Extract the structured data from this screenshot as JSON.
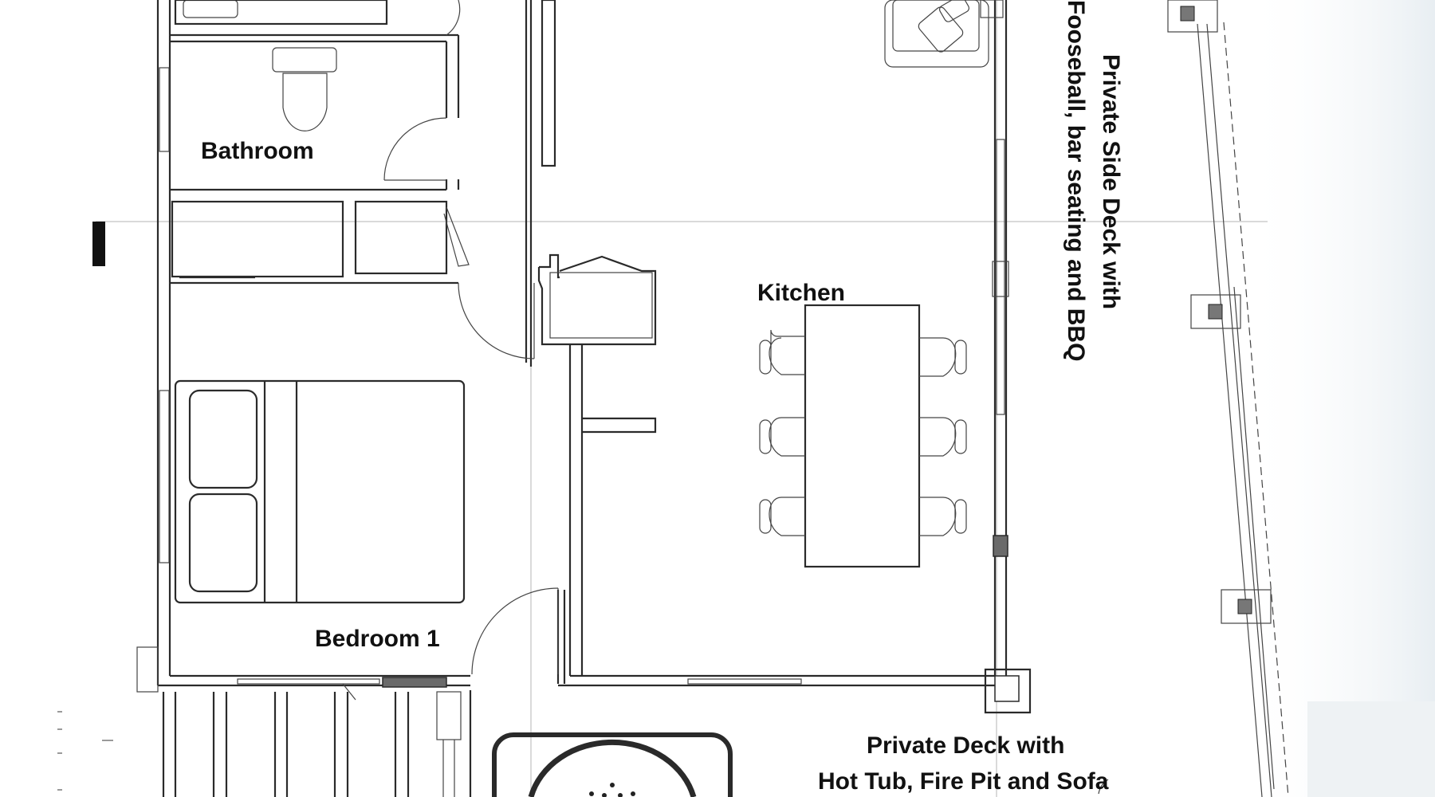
{
  "rooms": {
    "bathroom": "Bathroom",
    "kitchen": "Kitchen",
    "bedroom1": "Bedroom 1"
  },
  "decks": {
    "side_line1": "Private Side Deck with",
    "side_line2": "Fooseball, bar seating and BBQ",
    "front_line1": "Private Deck with",
    "front_line2": "Hot Tub, Fire Pit and Sofa"
  },
  "colors": {
    "line": "#2a2a2a",
    "guide": "#b5b5b5",
    "dark_fill": "#6a6a6a",
    "background": "#ffffff",
    "haze": "#e8eef2"
  }
}
